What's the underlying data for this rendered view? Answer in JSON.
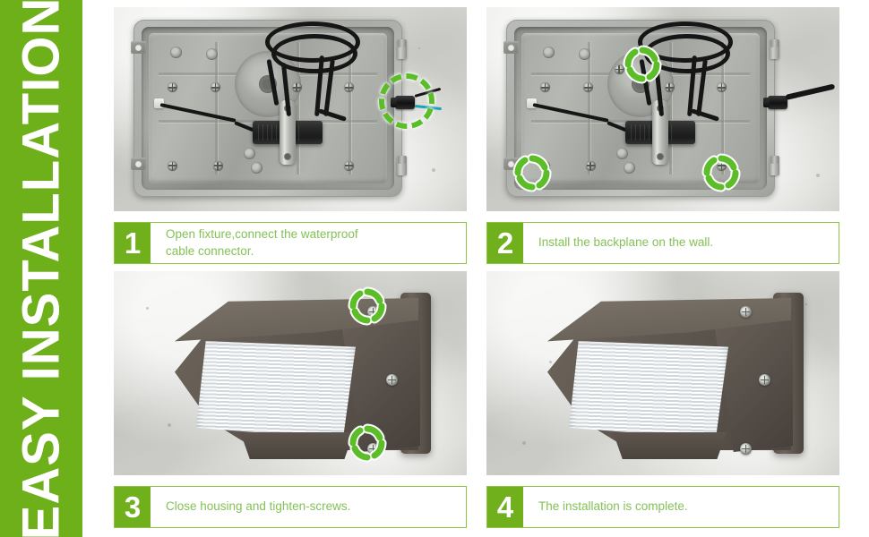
{
  "banner": {
    "title": "EASY INSTALLATION",
    "background_color": "#6DB019",
    "text_color": "#FFFFFF"
  },
  "theme": {
    "green_block": "#6FB01C",
    "green_border": "#8CC63F",
    "green_text": "#84C156",
    "marker_green": "#5BBE28",
    "fixture_body": "#5D564E",
    "wall_background": "#DCDCD8"
  },
  "steps": [
    {
      "number": "1",
      "caption": "Open fixture,connect the waterproof\ncable connector.",
      "photo_alt": "backplate-with-cable-connector",
      "markers": [
        {
          "type": "dashed-circle",
          "target": "waterproof-cable-connector"
        }
      ]
    },
    {
      "number": "2",
      "caption": "Install the backplane on the wall.",
      "photo_alt": "backplate-mounting-screws",
      "markers": [
        {
          "type": "arc-circle",
          "target": "mounting-screw-top-center"
        },
        {
          "type": "arc-circle",
          "target": "mounting-screw-bottom-left"
        },
        {
          "type": "arc-circle",
          "target": "mounting-screw-bottom-right"
        }
      ]
    },
    {
      "number": "3",
      "caption": "Close housing and tighten-screws.",
      "photo_alt": "wall-pack-fixture-tighten-screws",
      "markers": [
        {
          "type": "arc-circle",
          "target": "housing-screw-top"
        },
        {
          "type": "arc-circle",
          "target": "housing-screw-bottom"
        }
      ]
    },
    {
      "number": "4",
      "caption": "The installation is complete.",
      "photo_alt": "wall-pack-fixture-complete",
      "markers": []
    }
  ]
}
